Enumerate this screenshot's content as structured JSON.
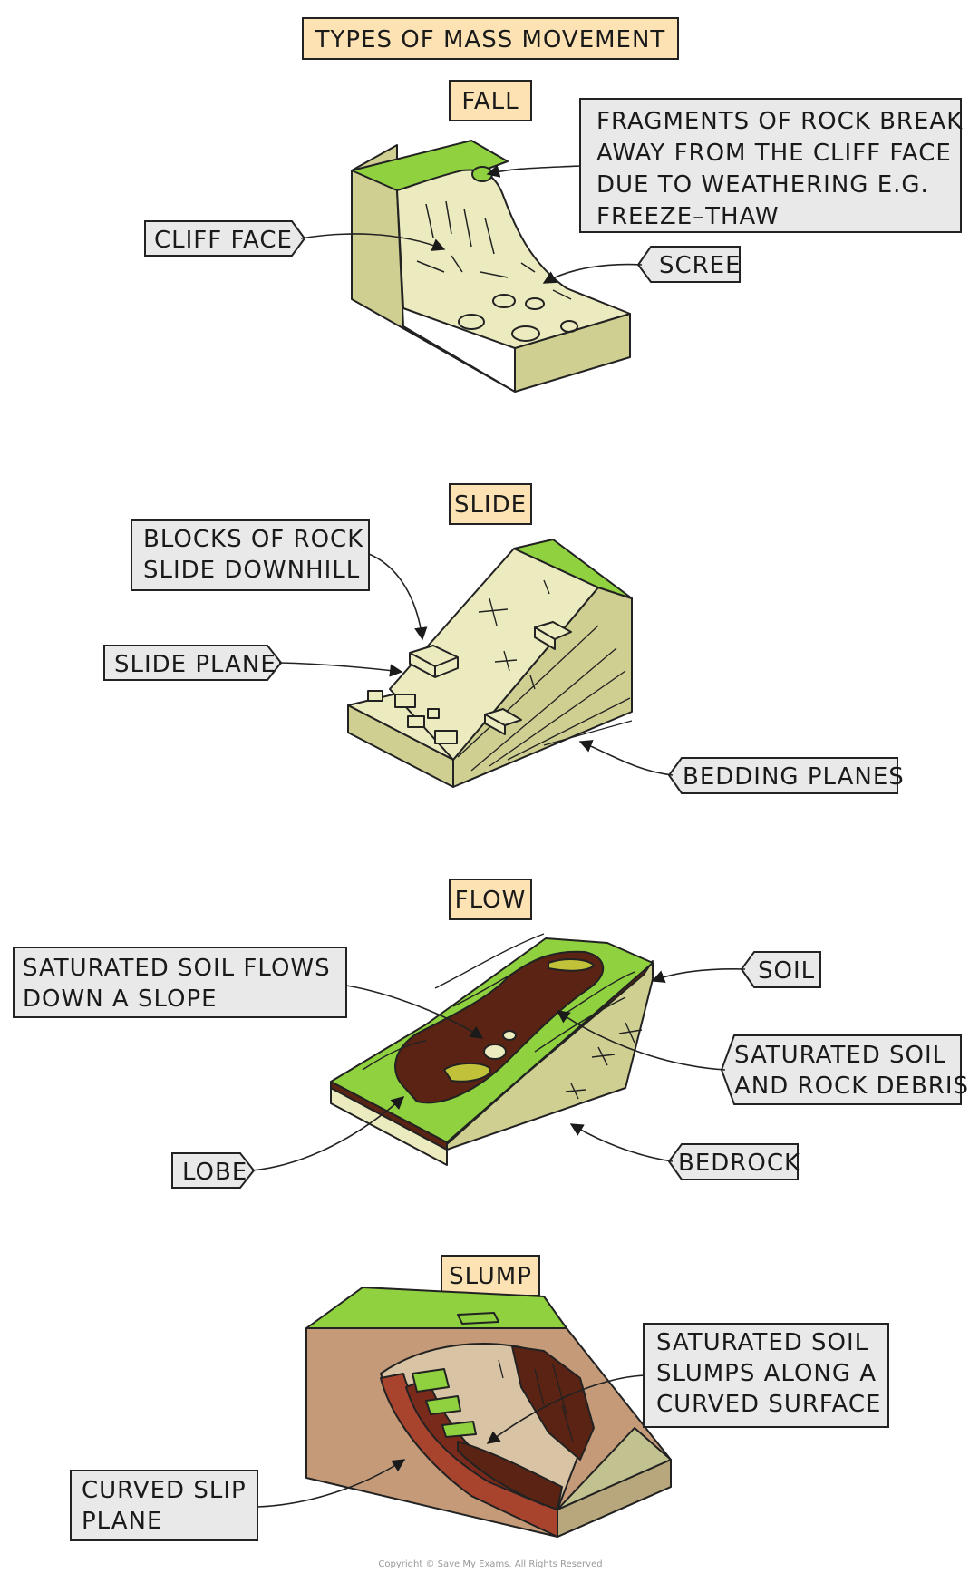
{
  "title": "TYPES OF MASS MOVEMENT",
  "sections": {
    "fall": {
      "heading": "FALL",
      "labels": {
        "fragments": [
          "FRAGMENTS OF ROCK BREAK",
          "AWAY FROM THE CLIFF FACE",
          "DUE TO WEATHERING E.G.",
          "FREEZE–THAW"
        ],
        "cliff_face": "CLIFF FACE",
        "scree": "SCREE"
      }
    },
    "slide": {
      "heading": "SLIDE",
      "labels": {
        "blocks": [
          "BLOCKS OF ROCK",
          "SLIDE DOWNHILL"
        ],
        "slide_plane": "SLIDE PLANE",
        "bedding_planes": "BEDDING PLANES"
      }
    },
    "flow": {
      "heading": "FLOW",
      "labels": {
        "saturated_flows": [
          "SATURATED SOIL FLOWS",
          "DOWN A SLOPE"
        ],
        "soil": "SOIL",
        "saturated_debris": [
          "SATURATED SOIL",
          "AND ROCK DEBRIS"
        ],
        "lobe": "LOBE",
        "bedrock": "BEDROCK"
      }
    },
    "slump": {
      "heading": "SLUMP",
      "labels": {
        "slumps_along": [
          "SATURATED SOIL",
          "SLUMPS ALONG A",
          "CURVED SURFACE"
        ],
        "curved_slip": [
          "CURVED SLIP",
          "PLANE"
        ]
      }
    }
  },
  "footer": "Copyright © Save My Exams. All Rights Reserved",
  "colors": {
    "heading_fill": "#fde3b3",
    "label_fill": "#e9e9e9",
    "grass": "#8fd13f",
    "rock_light": "#ecebc0",
    "rock_side": "#cfcf92",
    "soil_dark": "#5b2313",
    "slump_side": "#c49a78",
    "slump_red": "#a8442e"
  }
}
